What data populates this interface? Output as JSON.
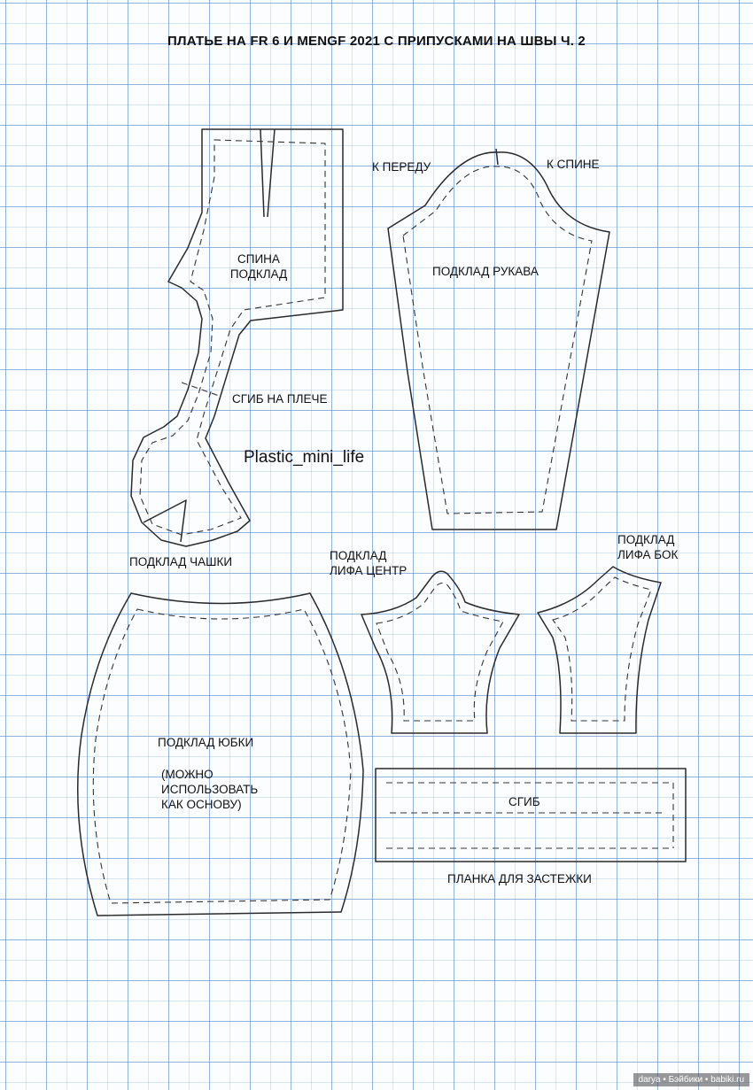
{
  "title": "ПЛАТЬЕ НА FR 6 И MENGF 2021 С ПРИПУСКАМИ НА ШВЫ Ч. 2",
  "watermark": "Plastic_mini_life",
  "credit": "darya • Бэйбики • babiki.ru",
  "labels": {
    "back_lining": [
      "СПИНА",
      "ПОДКЛАД"
    ],
    "shoulder_fold": "СГИБ НА ПЛЕЧЕ",
    "cup_lining": "ПОДКЛАД ЧАШКИ",
    "to_front": "К ПЕРЕДУ",
    "to_back": "К СПИНЕ",
    "sleeve_lining": "ПОДКЛАД РУКАВА",
    "bodice_center_lining": [
      "ПОДКЛАД",
      "ЛИФА ЦЕНТР"
    ],
    "bodice_side_lining": [
      "ПОДКЛАД",
      "ЛИФА БОК"
    ],
    "skirt_lining": "ПОДКЛАД ЮБКИ",
    "skirt_note": [
      "(МОЖНО",
      "ИСПОЛЬЗОВАТЬ",
      "КАК ОСНОВУ)"
    ],
    "fold": "СГИБ",
    "placket": "ПЛАНКА ДЛЯ ЗАСТЕЖКИ"
  }
}
